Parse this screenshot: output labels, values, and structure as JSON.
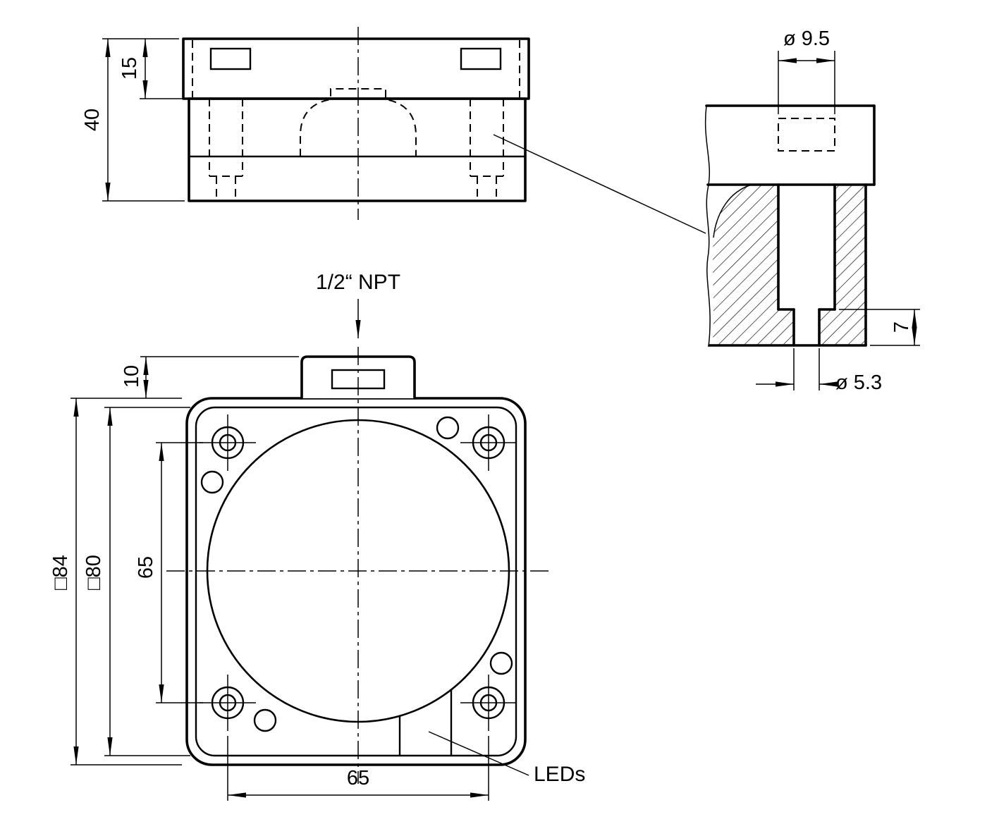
{
  "colors": {
    "line": "#000000",
    "bg": "#ffffff"
  },
  "side_view": {
    "dim_total_height": "40",
    "dim_lid_height": "15"
  },
  "section_view": {
    "dim_counterbore_dia": "ø 9.5",
    "dim_base_thickness": "7",
    "dim_through_dia": "ø 5.3"
  },
  "front_view": {
    "npt_label": "1/2“ NPT",
    "dim_connector_height": "10",
    "dim_outer_square": "□84",
    "dim_inner_square": "□80",
    "dim_hole_pitch_vertical": "65",
    "dim_hole_pitch_horizontal": "65",
    "leds_label": "LEDs"
  }
}
